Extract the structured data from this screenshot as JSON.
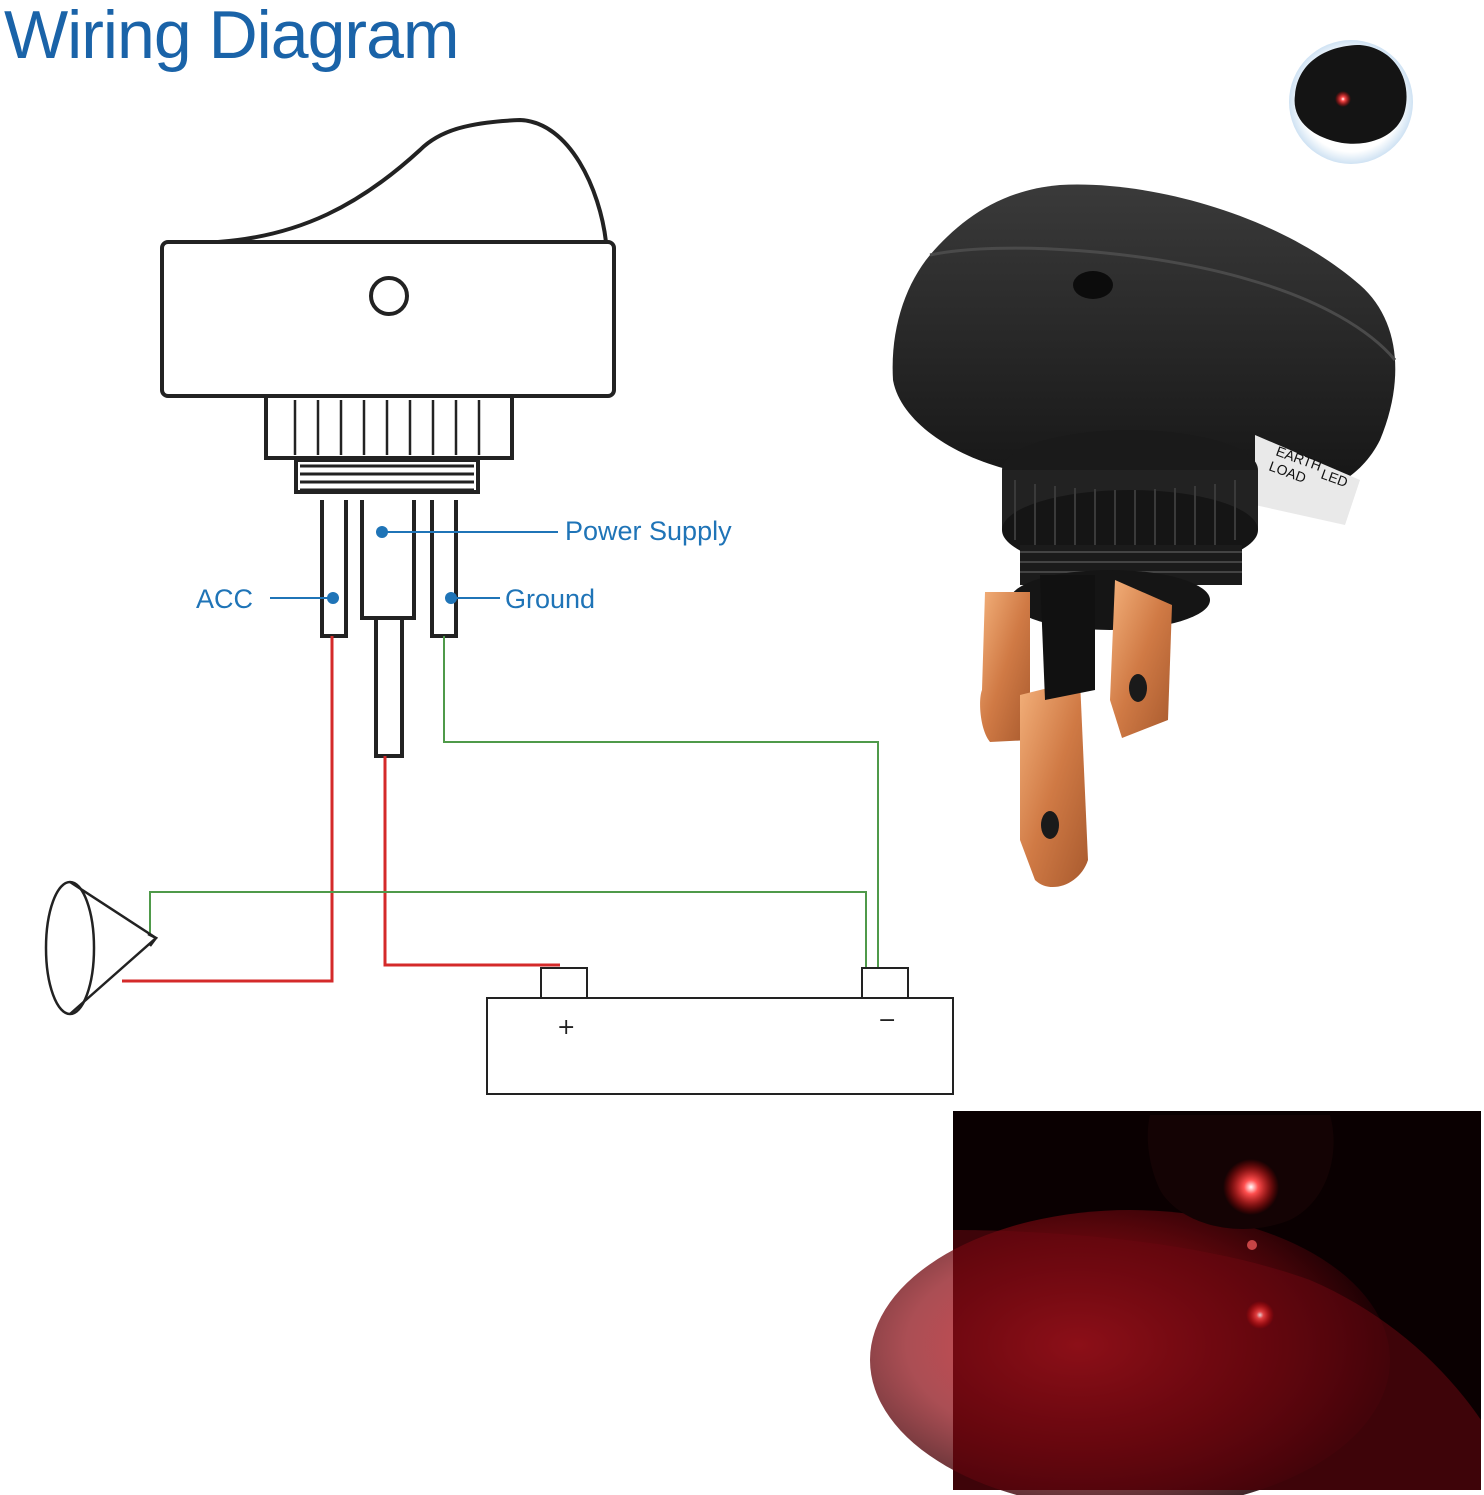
{
  "title": "Wiring Diagram",
  "labels": {
    "power_supply": "Power Supply",
    "acc": "ACC",
    "ground": "Ground"
  },
  "battery": {
    "plus": "+",
    "minus": "−"
  },
  "switch_product_labels": {
    "earth": "EARTH",
    "led": "LED",
    "load": "LOAD"
  },
  "colors": {
    "title": "#1a63a8",
    "callout": "#1f74b7",
    "wire_acc_power": "#d42a2a",
    "wire_ground": "#4f9a4a",
    "outline": "#222222",
    "switch_body": "#1c1c1c",
    "terminal_copper": "#d9905e",
    "led_red": "#ff2a2a"
  }
}
